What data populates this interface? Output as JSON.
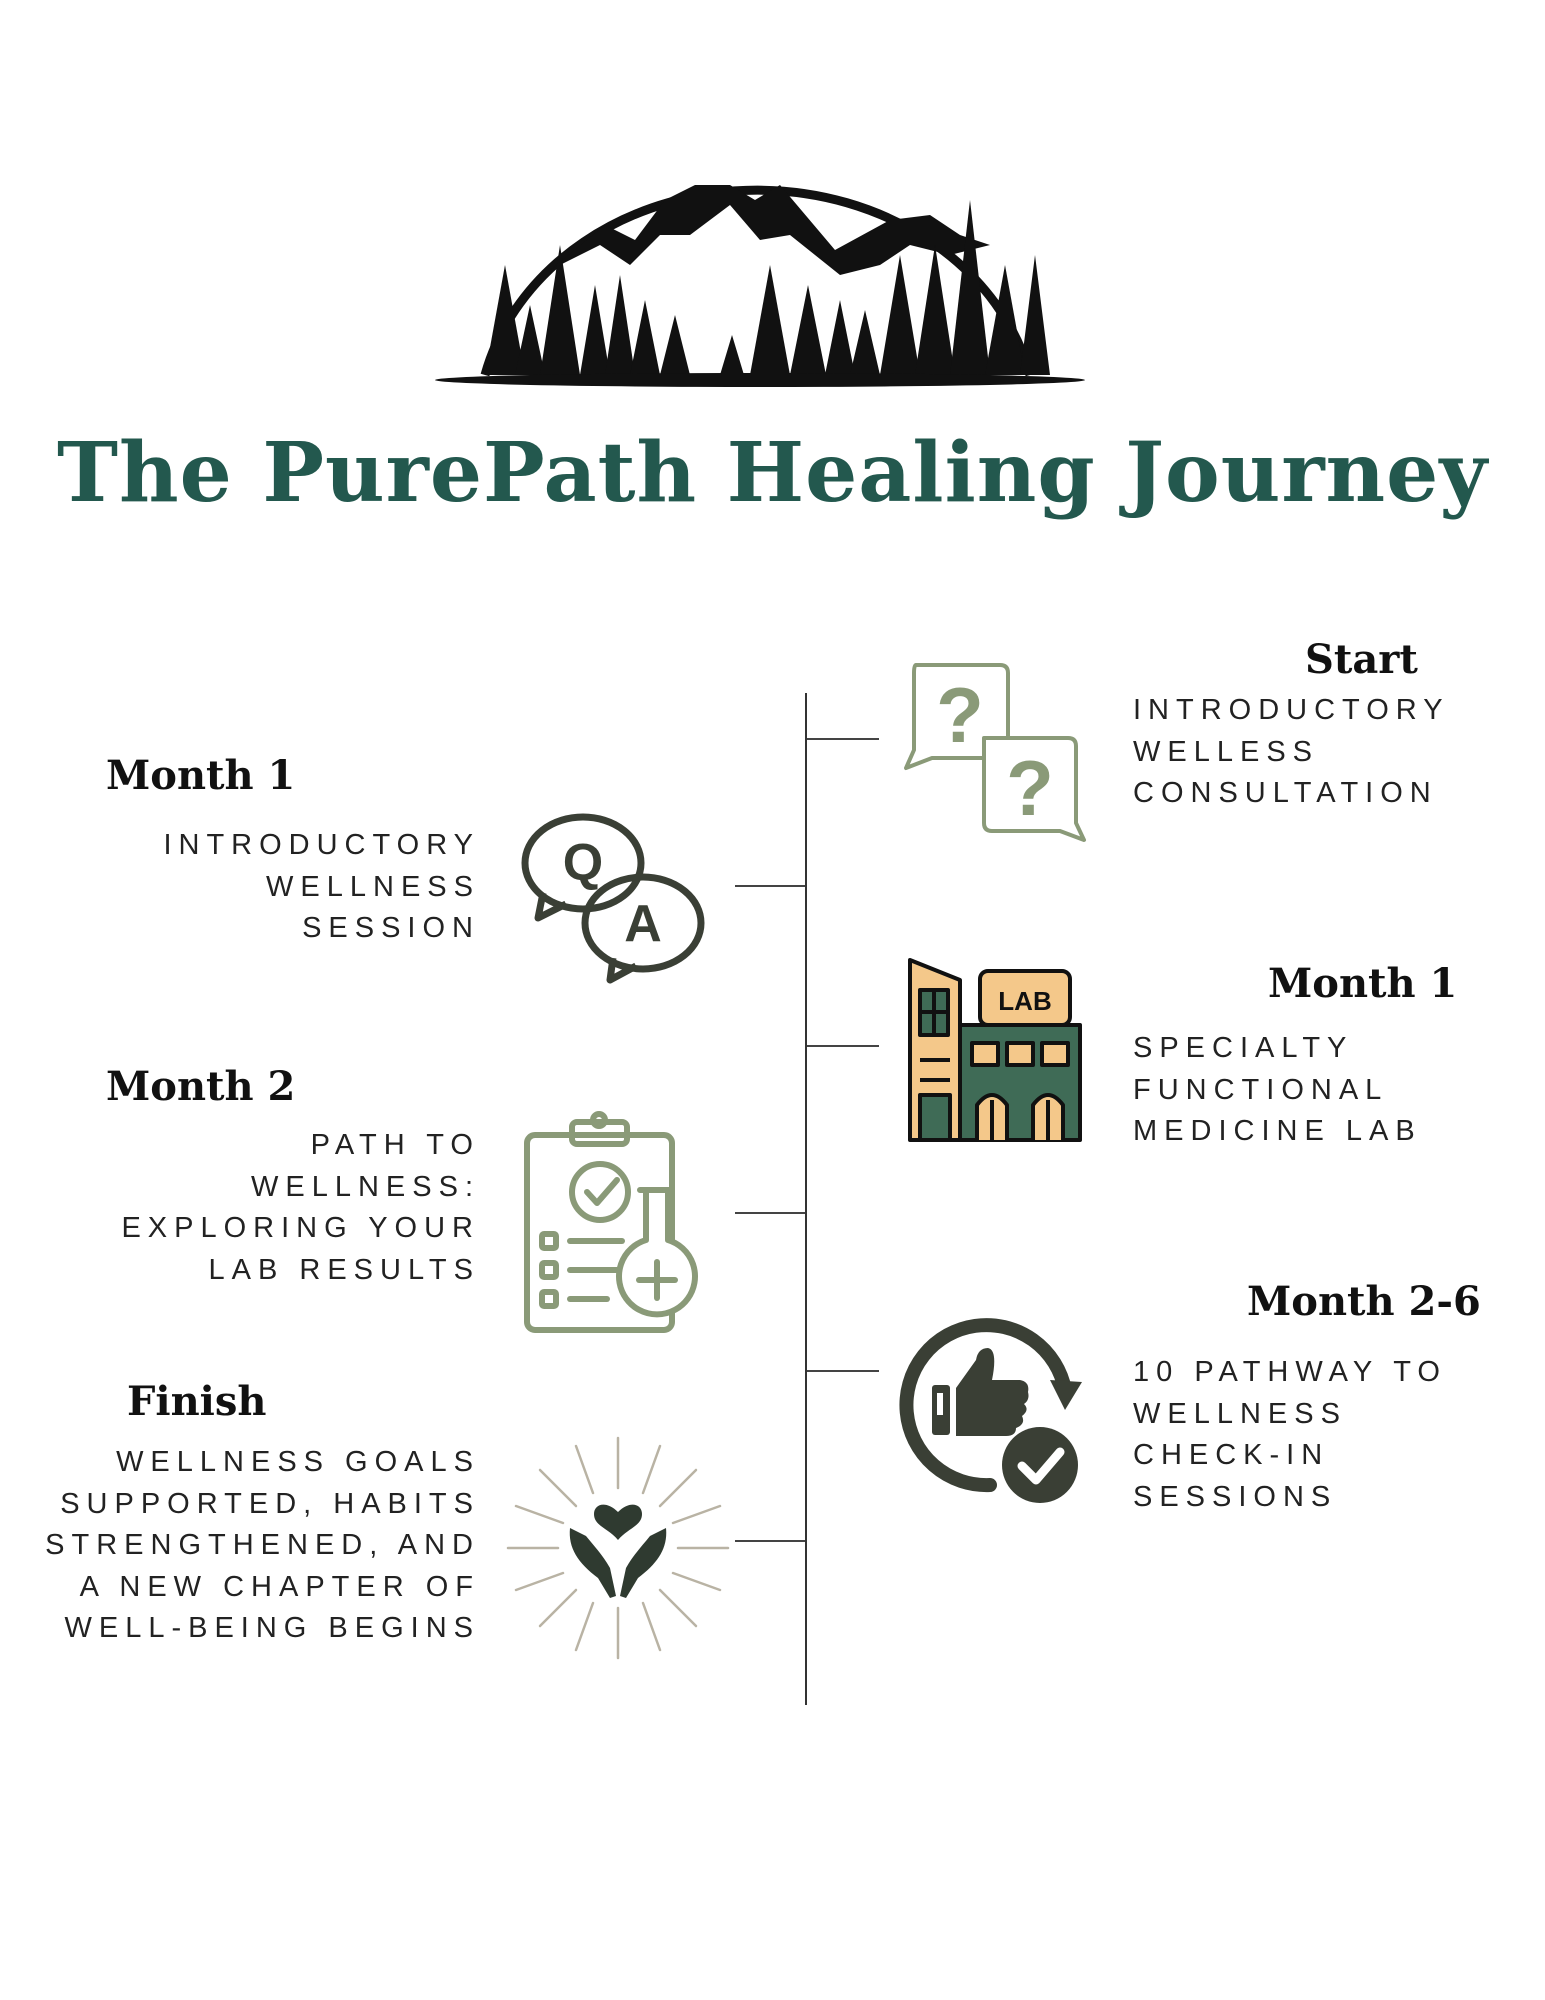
{
  "title": "The PurePath Healing Journey",
  "steps_left": [
    {
      "heading": "Month 1",
      "lines": [
        "INTRODUCTORY",
        "WELLNESS",
        "SESSION"
      ],
      "icon": "qa-chat-icon"
    },
    {
      "heading": "Month 2",
      "lines": [
        "PATH TO",
        "WELLNESS:",
        "EXPLORING YOUR",
        "LAB RESULTS"
      ],
      "icon": "clipboard-flask-icon"
    },
    {
      "heading": "Finish",
      "lines": [
        "WELLNESS GOALS",
        "SUPPORTED, HABITS",
        "STRENGTHENED, AND",
        "A NEW CHAPTER OF",
        "WELL-BEING BEGINS"
      ],
      "icon": "hands-heart-icon"
    }
  ],
  "steps_right": [
    {
      "heading": "Start",
      "lines": [
        "INTRODUCTORY",
        "WELLESS",
        "CONSULTATION"
      ],
      "icon": "question-bubbles-icon"
    },
    {
      "heading": "Month 1",
      "lines": [
        "SPECIALTY",
        "FUNCTIONAL",
        "MEDICINE LAB"
      ],
      "icon": "lab-building-icon",
      "badge": "LAB"
    },
    {
      "heading": "Month 2-6",
      "lines": [
        "10 PATHWAY TO",
        "WELLNESS",
        "CHECK-IN",
        "SESSIONS"
      ],
      "icon": "thumbs-up-cycle-icon"
    }
  ],
  "colors": {
    "title": "#23584e",
    "sage": "#8a9a78",
    "dark": "#3a3f35"
  }
}
